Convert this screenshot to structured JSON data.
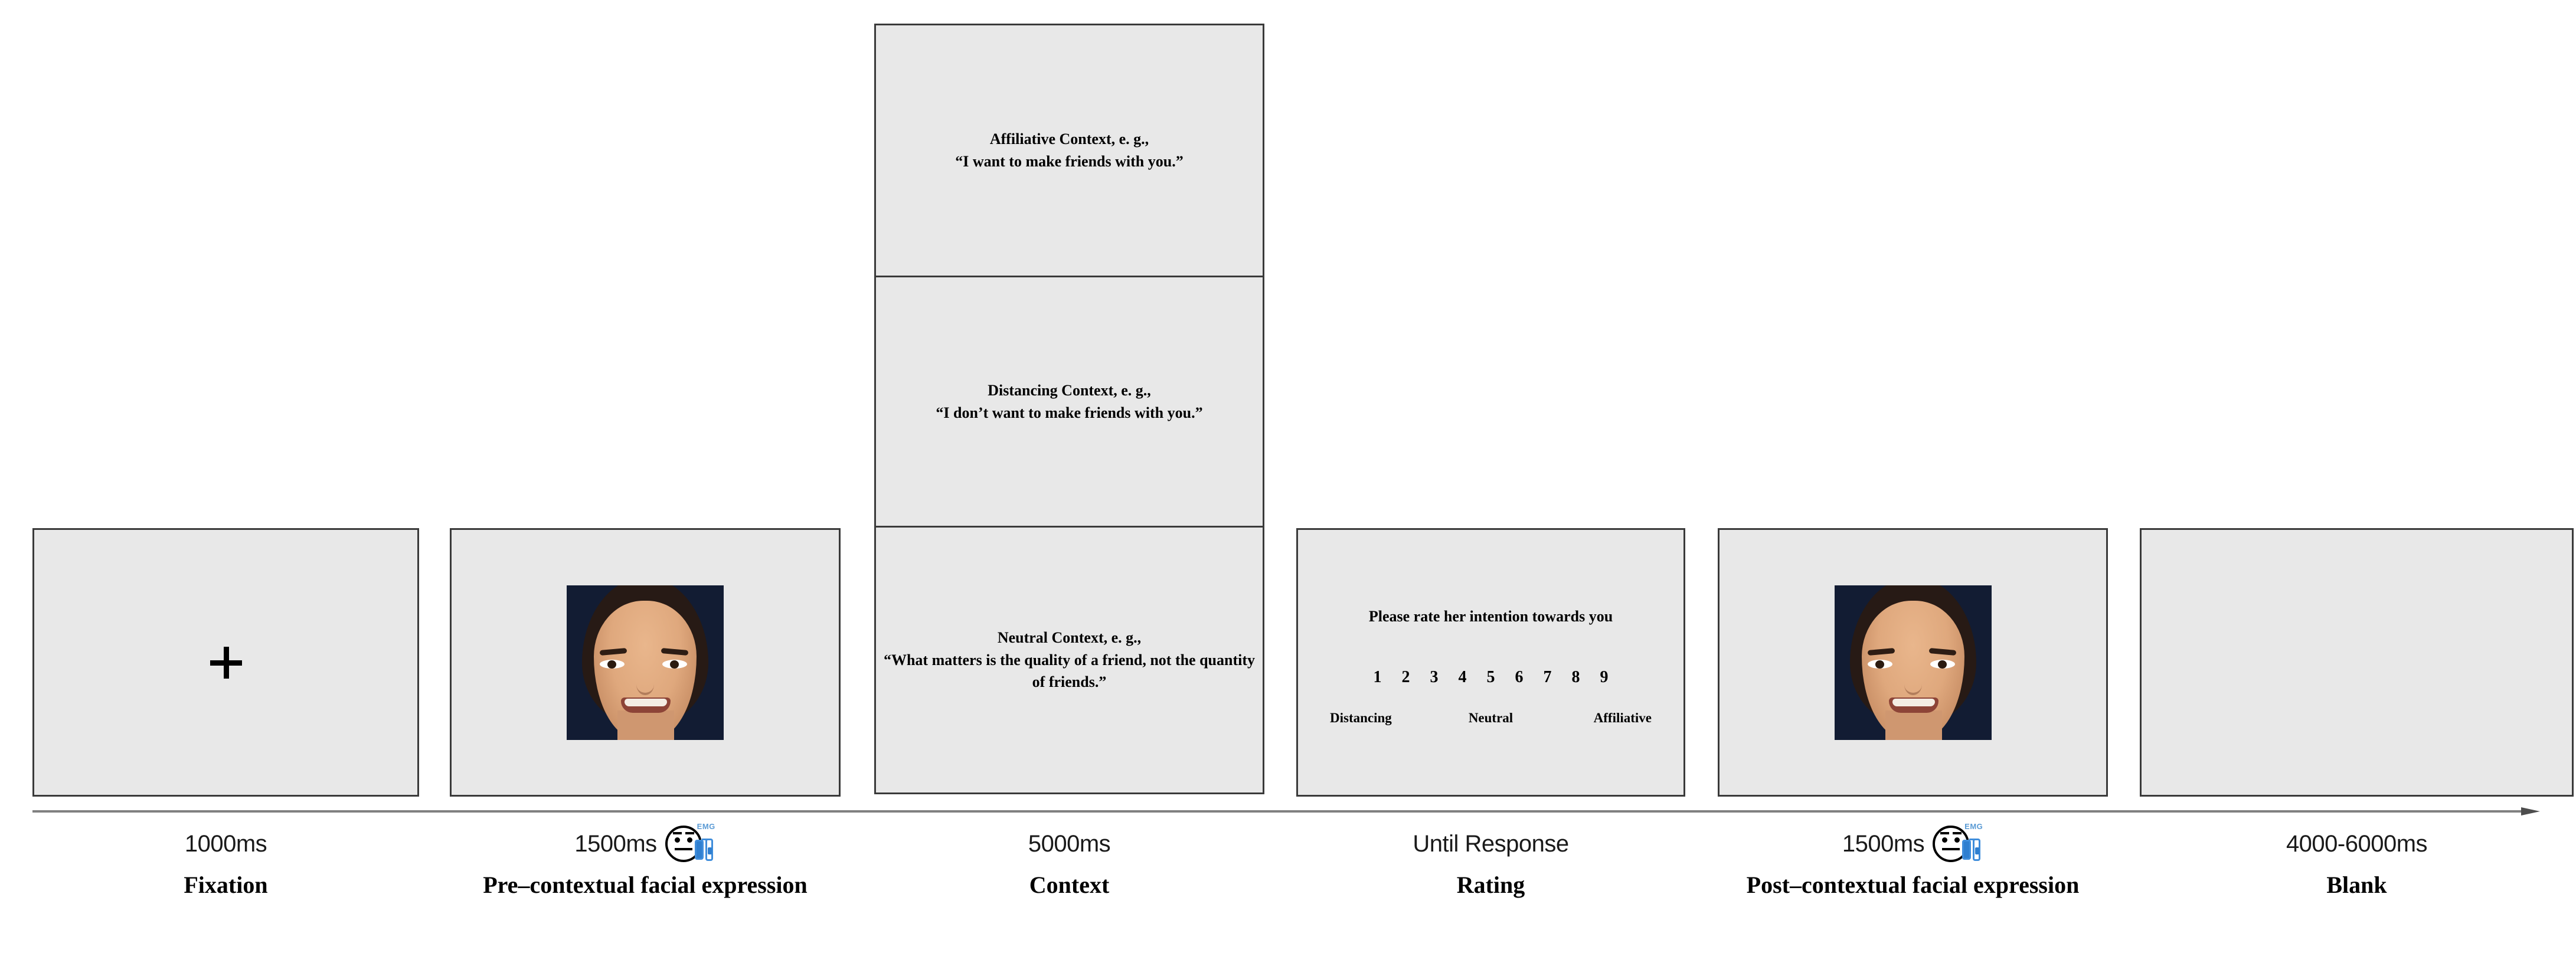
{
  "stages": [
    {
      "id": "fixation",
      "duration": "1000ms",
      "label": "Fixation",
      "stimulus": "fixation-cross",
      "has_emg": false
    },
    {
      "id": "pre-contextual-face",
      "duration": "1500ms",
      "label": "Pre–contextual facial expression",
      "stimulus": "face-photo",
      "has_emg": true,
      "emg_label": "EMG"
    },
    {
      "id": "context",
      "duration": "5000ms",
      "label": "Context",
      "stimulus": "context-sentences",
      "has_emg": false
    },
    {
      "id": "rating",
      "duration": "Until Response",
      "label": "Rating",
      "stimulus": "rating-scale",
      "has_emg": false
    },
    {
      "id": "post-contextual-face",
      "duration": "1500ms",
      "label": "Post–contextual facial expression",
      "stimulus": "face-photo",
      "has_emg": true,
      "emg_label": "EMG"
    },
    {
      "id": "blank",
      "duration": "4000-6000ms",
      "label": "Blank",
      "stimulus": "blank",
      "has_emg": false
    }
  ],
  "context_panels": [
    {
      "id": "affiliative",
      "heading": "Affiliative Context, e. g.,",
      "quote": "“I want to make friends with you.”"
    },
    {
      "id": "distancing",
      "heading": "Distancing Context, e. g.,",
      "quote": "“I don’t want to make friends with you.”"
    },
    {
      "id": "neutral",
      "heading": "Neutral Context, e. g.,",
      "quote": "“What matters is the quality of a friend, not the quantity of friends.”"
    }
  ],
  "rating": {
    "prompt": "Please rate her intention towards you",
    "scale_values": [
      "1",
      "2",
      "3",
      "4",
      "5",
      "6",
      "7",
      "8",
      "9"
    ],
    "anchor_low": "Distancing",
    "anchor_mid": "Neutral",
    "anchor_high": "Affiliative"
  },
  "colors": {
    "screen_fill": "#e8e8e8",
    "screen_border": "#3a3a3a",
    "emg_blue": "#3f8ddb",
    "arrow_gray": "#808080",
    "text": "#000000"
  }
}
